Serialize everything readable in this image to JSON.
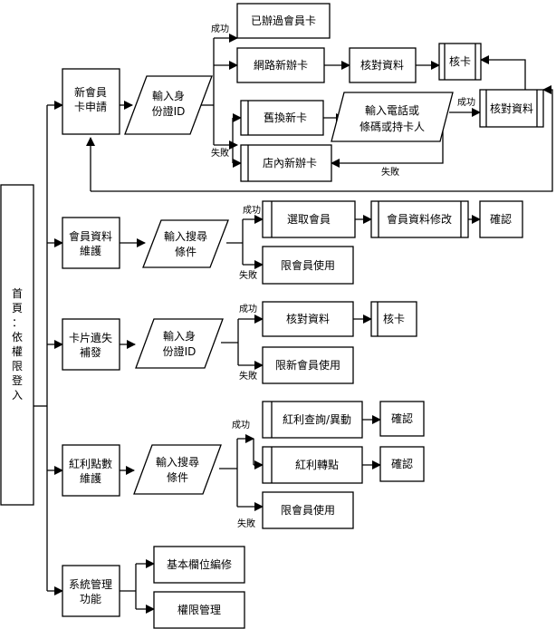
{
  "root": [
    "首",
    "頁",
    "：",
    "依",
    "權",
    "限",
    "登",
    "入"
  ],
  "modules": {
    "new_card": {
      "title": [
        "新會員",
        "卡申請"
      ],
      "input": [
        "輸入身",
        "份證ID"
      ],
      "already": "已辦過會員卡",
      "online": "網路新辦卡",
      "online_verify": "核對資料",
      "issue": "核卡",
      "replace": "舊換新卡",
      "phone_input": [
        "輸入電話或",
        "條碼或持卡人"
      ],
      "replace_verify": "核對資料",
      "store": "店內新辦卡"
    },
    "maintain": {
      "title": [
        "會員資料",
        "維護"
      ],
      "input": [
        "輸入搜尋",
        "條件"
      ],
      "select": "選取會員",
      "edit": "會員資料修改",
      "confirm": "確認",
      "limit": "限會員使用"
    },
    "lost": {
      "title": [
        "卡片遺失",
        "補發"
      ],
      "input": [
        "輸入身",
        "份證ID"
      ],
      "verify": "核對資料",
      "issue": "核卡",
      "limit": "限新會員使用"
    },
    "points": {
      "title": [
        "紅利點數",
        "維護"
      ],
      "input": [
        "輸入搜尋",
        "條件"
      ],
      "query": "紅利查詢/異動",
      "confirm1": "確認",
      "transfer": "紅利轉點",
      "confirm2": "確認",
      "limit": "限會員使用"
    },
    "system": {
      "title": [
        "系統管理",
        "功能"
      ],
      "fields": "基本欄位編修",
      "perm": "權限管理"
    }
  },
  "labels": {
    "success": "成功",
    "fail": "失敗"
  }
}
